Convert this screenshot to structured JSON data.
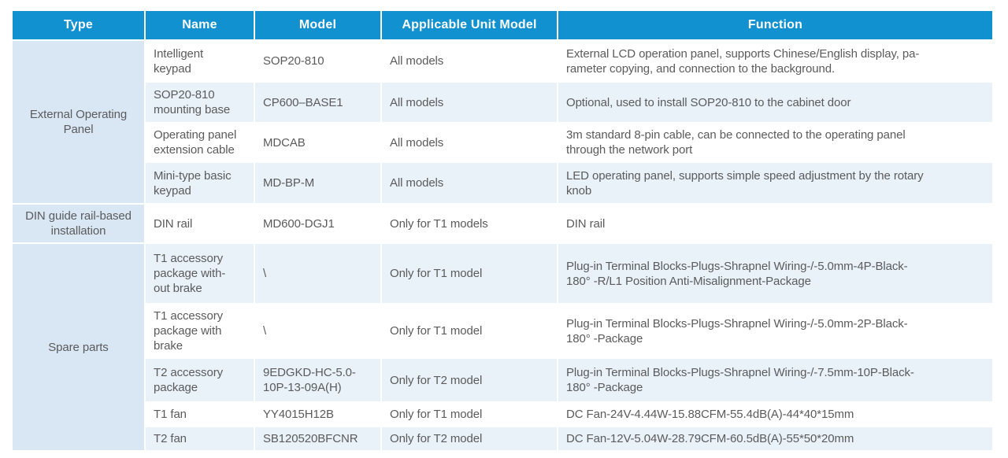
{
  "colors": {
    "header_bg": "#1291d1",
    "header_text": "#ffffff",
    "type_column_bg": "#d9e7f5",
    "alt_row_bg": "#e9f1f9",
    "body_text": "#5b5b5b",
    "table_bottom_border": "#c6d6e5"
  },
  "table": {
    "headers": [
      "Type",
      "Name",
      "Model",
      "Applicable Unit Model",
      "Function"
    ],
    "groups": [
      {
        "type": "External Operating\nPanel",
        "rowspan": 4
      },
      {
        "type": "DIN guide rail-based\ninstallation",
        "rowspan": 1
      },
      {
        "type": "Spare parts",
        "rowspan": 5
      }
    ],
    "rows": [
      {
        "name": "Intelligent\nkeypad",
        "model": "SOP20-810",
        "applicable": "All models",
        "function": "External LCD operation panel, supports Chinese/English display, pa-\nrameter copying, and connection to the background."
      },
      {
        "name": "SOP20-810\nmounting base",
        "model": "CP600–BASE1",
        "applicable": "All models",
        "function": "Optional, used to install SOP20-810 to the cabinet door"
      },
      {
        "name": "Operating panel\nextension cable",
        "model": "MDCAB",
        "applicable": "All models",
        "function": "3m standard 8-pin cable, can be connected to the operating panel\nthrough the network port"
      },
      {
        "name": "Mini-type basic\nkeypad",
        "model": "MD-BP-M",
        "applicable": "All models",
        "function": "LED operating panel, supports simple speed adjustment by the rotary\nknob"
      },
      {
        "name": "DIN rail",
        "model": "MD600-DGJ1",
        "applicable": "Only for T1 models",
        "function": "DIN rail"
      },
      {
        "name": "T1 accessory\npackage with-\nout brake",
        "model": "\\",
        "applicable": "Only for T1 model",
        "function": "Plug-in Terminal Blocks-Plugs-Shrapnel Wiring-/-5.0mm-4P-Black-\n180° -R/L1 Position Anti-Misalignment-Package"
      },
      {
        "name": "T1 accessory\npackage with\nbrake",
        "model": "\\",
        "applicable": "Only for T1 model",
        "function": "Plug-in Terminal Blocks-Plugs-Shrapnel Wiring-/-5.0mm-2P-Black-\n180° -Package"
      },
      {
        "name": "T2 accessory\npackage",
        "model": "9EDGKD-HC-5.0-\n10P-13-09A(H)",
        "applicable": "Only for T2 model",
        "function": "Plug-in Terminal Blocks-Plugs-Shrapnel Wiring-/-7.5mm-10P-Black-\n180° -Package"
      },
      {
        "name": "T1 fan",
        "model": "YY4015H12B",
        "applicable": "Only for T1 model",
        "function": "DC Fan-24V-4.44W-15.88CFM-55.4dB(A)-44*40*15mm"
      },
      {
        "name": "T2 fan",
        "model": "SB120520BFCNR",
        "applicable": "Only for T2 model",
        "function": "DC Fan-12V-5.04W-28.79CFM-60.5dB(A)-55*50*20mm"
      }
    ]
  }
}
